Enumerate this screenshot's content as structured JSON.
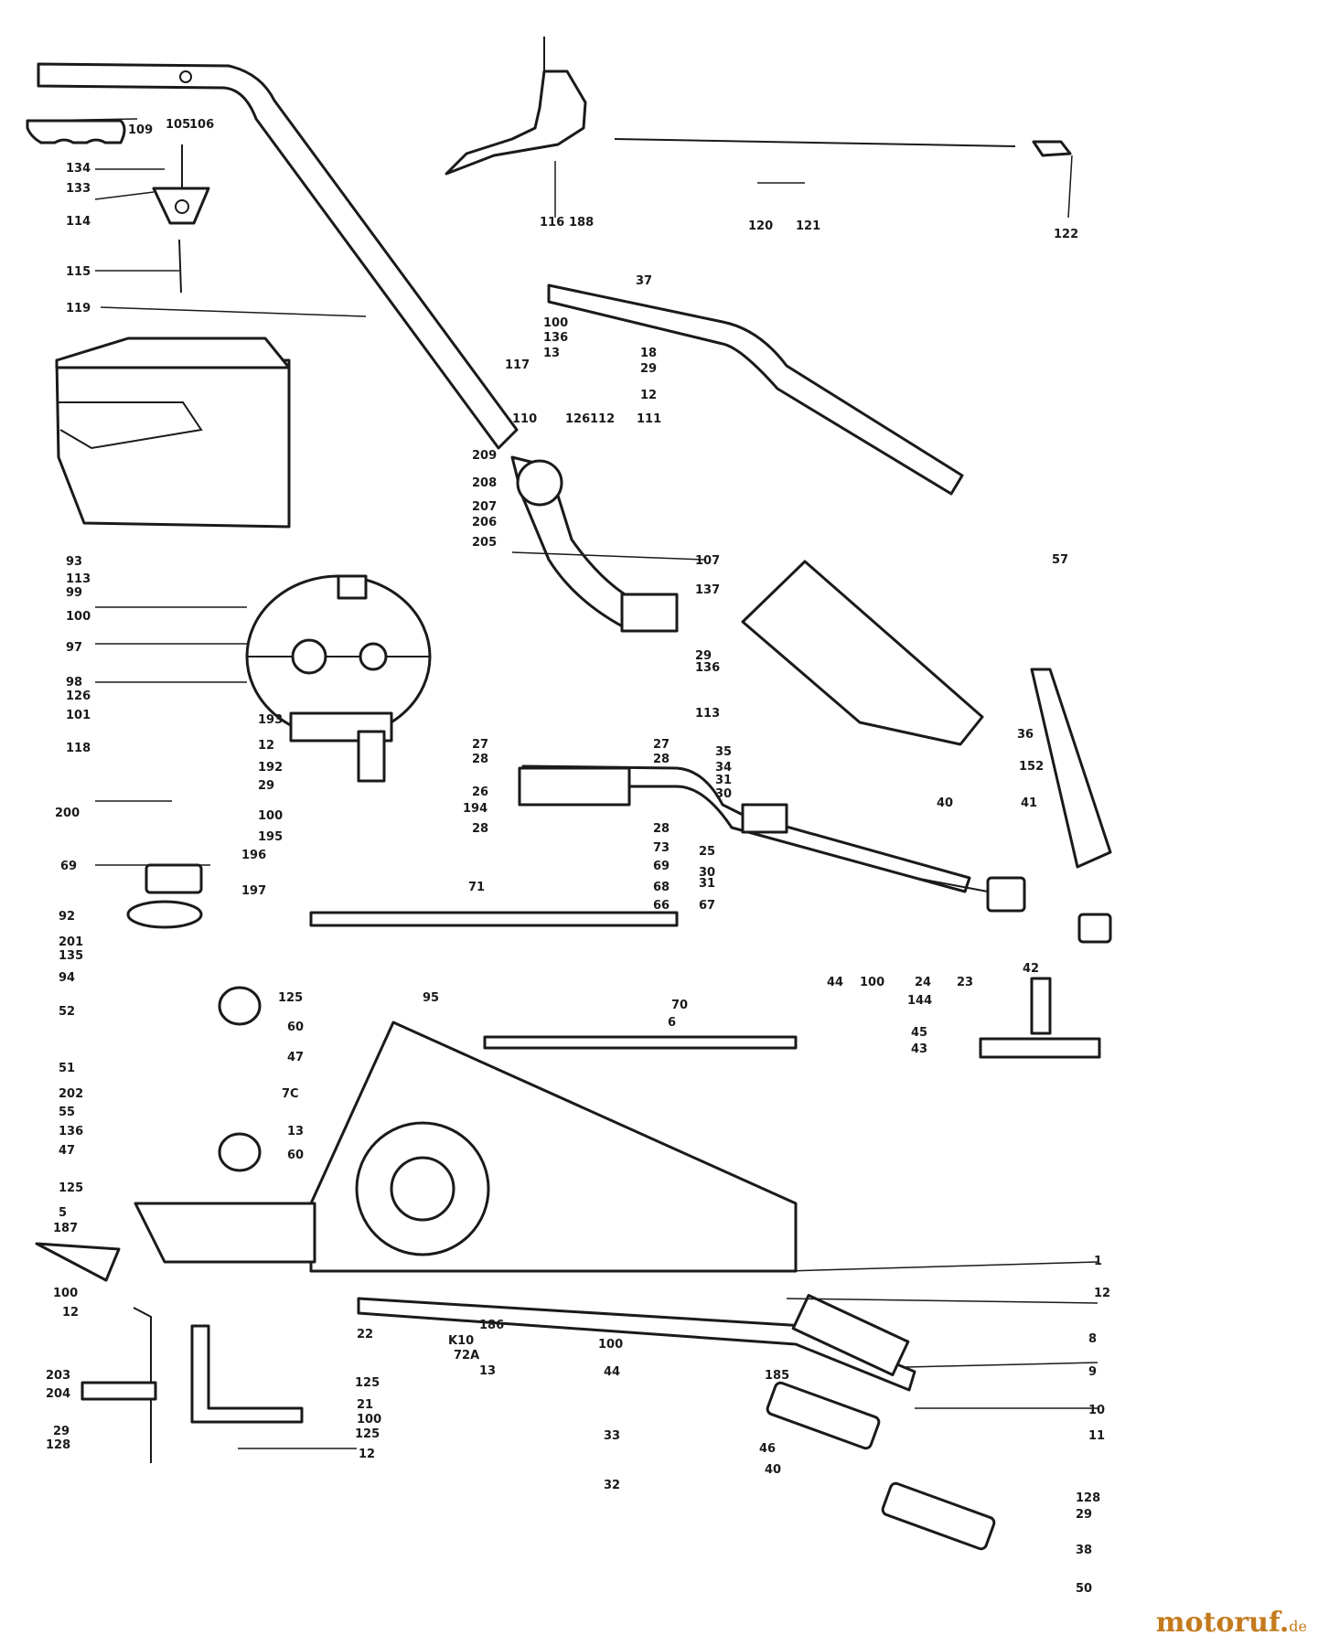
{
  "watermark": {
    "name": "motoruf",
    "dot": ".",
    "tld": "de"
  },
  "labels": [
    "105",
    "106",
    "109",
    "134",
    "133",
    "114",
    "115",
    "119",
    "116",
    "188",
    "120",
    "121",
    "122",
    "37",
    "100",
    "136",
    "13",
    "18",
    "29",
    "12",
    "117",
    "110",
    "126",
    "112",
    "111",
    "209",
    "208",
    "207",
    "206",
    "205",
    "93",
    "113",
    "99",
    "100",
    "97",
    "98",
    "126",
    "101",
    "118",
    "193",
    "12",
    "192",
    "29",
    "194",
    "100",
    "195",
    "200",
    "107",
    "137",
    "29",
    "136",
    "113",
    "57",
    "36",
    "152",
    "27",
    "28",
    "27",
    "28",
    "26",
    "28",
    "28",
    "73",
    "69",
    "71",
    "68",
    "66",
    "67",
    "35",
    "34",
    "31",
    "30",
    "25",
    "30",
    "31",
    "40",
    "41",
    "44",
    "100",
    "24",
    "23",
    "42",
    "144",
    "45",
    "43",
    "69",
    "196",
    "197",
    "92",
    "201",
    "135",
    "94",
    "95",
    "125",
    "52",
    "60",
    "47",
    "51",
    "202",
    "55",
    "136",
    "47",
    "13",
    "60",
    "125",
    "70",
    "6",
    "7C",
    "5",
    "187",
    "100",
    "12",
    "1",
    "12",
    "22",
    "186",
    "K10",
    "72A",
    "100",
    "44",
    "185",
    "13",
    "125",
    "21",
    "100",
    "125",
    "12",
    "203",
    "204",
    "29",
    "128",
    "8",
    "9",
    "10",
    "11",
    "33",
    "46",
    "40",
    "32",
    "128",
    "29",
    "38",
    "50"
  ]
}
